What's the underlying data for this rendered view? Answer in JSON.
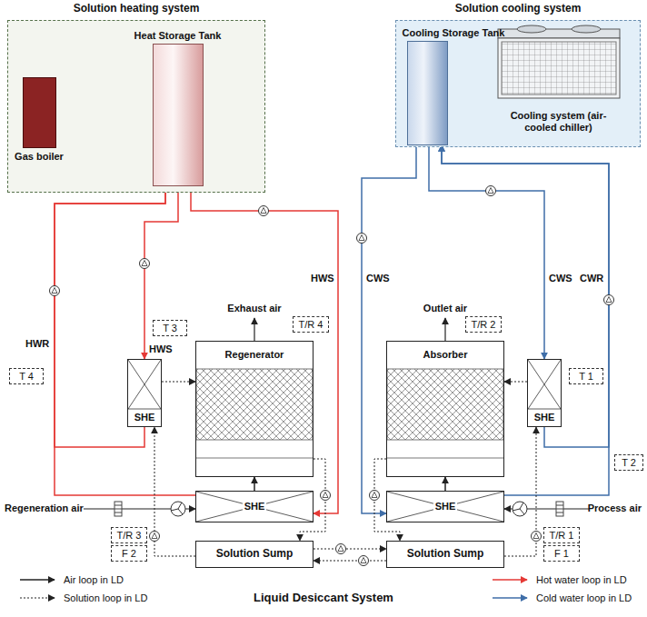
{
  "diagram": {
    "caption": "Liquid Desiccant System",
    "nodes": [
      {
        "text": [
          "Solution heating system"
        ]
      },
      {
        "text": [
          "Heat Storage Tank"
        ],
        "in": 0
      },
      {
        "text": [
          "Gas boiler"
        ],
        "in": 0
      },
      {
        "text": [
          "Solution cooling system"
        ]
      },
      {
        "text": [
          "Cooling Storage Tank"
        ],
        "in": 3
      },
      {
        "text": [
          "Cooling system (air-cooled chiller)"
        ],
        "in": 3
      },
      {
        "text": [
          "T 4"
        ]
      },
      {
        "text": [
          "T 3"
        ]
      },
      {
        "text": [
          "T/R 4"
        ]
      },
      {
        "text": [
          "T/R 2"
        ]
      },
      {
        "text": [
          "T 1"
        ]
      },
      {
        "text": [
          "SHE"
        ]
      },
      {
        "text": [
          "Regenerator"
        ]
      },
      {
        "text": [
          "Absorber"
        ]
      },
      {
        "text": [
          "SHE"
        ]
      },
      {
        "text": [
          "T 2"
        ]
      },
      {
        "text": [
          "SHE"
        ]
      },
      {
        "text": [
          "SHE"
        ]
      },
      {
        "text": [
          "T/R 3"
        ]
      },
      {
        "text": [
          "F 2"
        ]
      },
      {
        "text": [
          "T/R 1"
        ]
      },
      {
        "text": [
          "F 1"
        ]
      },
      {
        "text": [
          "Solution Sump"
        ]
      },
      {
        "text": [
          "Solution Sump"
        ]
      }
    ],
    "edges": [
      {
        "from": 2,
        "to": 1,
        "arrow": "to"
      },
      {
        "from": 1,
        "to": 2,
        "arrow": "to"
      },
      {
        "from": 5,
        "to": 4,
        "arrow": "to"
      },
      {
        "from": 4,
        "to": 5,
        "arrow": "to"
      },
      {
        "from": 1,
        "to": 11,
        "arrow": "to"
      },
      {
        "from": 11,
        "to": 1,
        "arrow": "to"
      },
      {
        "from": 1,
        "to": 16,
        "arrow": "to"
      },
      {
        "from": 16,
        "to": 1,
        "arrow": "to"
      },
      {
        "from": 4,
        "to": 17,
        "arrow": "to"
      },
      {
        "from": 4,
        "to": 14,
        "arrow": "to"
      },
      {
        "from": 14,
        "to": 4,
        "arrow": "to"
      },
      {
        "from": 17,
        "to": 4,
        "arrow": "to"
      },
      {
        "from": 11,
        "to": 12,
        "arrow": "to"
      },
      {
        "from": 22,
        "to": 11,
        "arrow": "to"
      },
      {
        "from": 12,
        "to": 22,
        "arrow": "to"
      },
      {
        "from": 22,
        "to": 23,
        "arrow": "to"
      },
      {
        "from": 23,
        "to": 22,
        "arrow": "to"
      },
      {
        "from": 14,
        "to": 13,
        "arrow": "to"
      },
      {
        "from": 23,
        "to": 14,
        "arrow": "to"
      },
      {
        "from": 13,
        "to": 23,
        "arrow": "to"
      },
      {
        "from": 16,
        "to": 12,
        "arrow": "to"
      },
      {
        "from": 17,
        "to": 13,
        "arrow": "to"
      }
    ],
    "labels": [
      "HWR",
      "HWS",
      "Exhaust air",
      "HWS",
      "Outlet air",
      "CWS",
      "CWS",
      "CWR",
      "Regeneration air",
      "Process air"
    ],
    "legend": [
      {
        "text": "Air loop in LD"
      },
      {
        "text": "Solution loop in LD"
      },
      {
        "text": "Hot water loop in LD"
      },
      {
        "text": "Cold water loop in LD"
      }
    ]
  }
}
